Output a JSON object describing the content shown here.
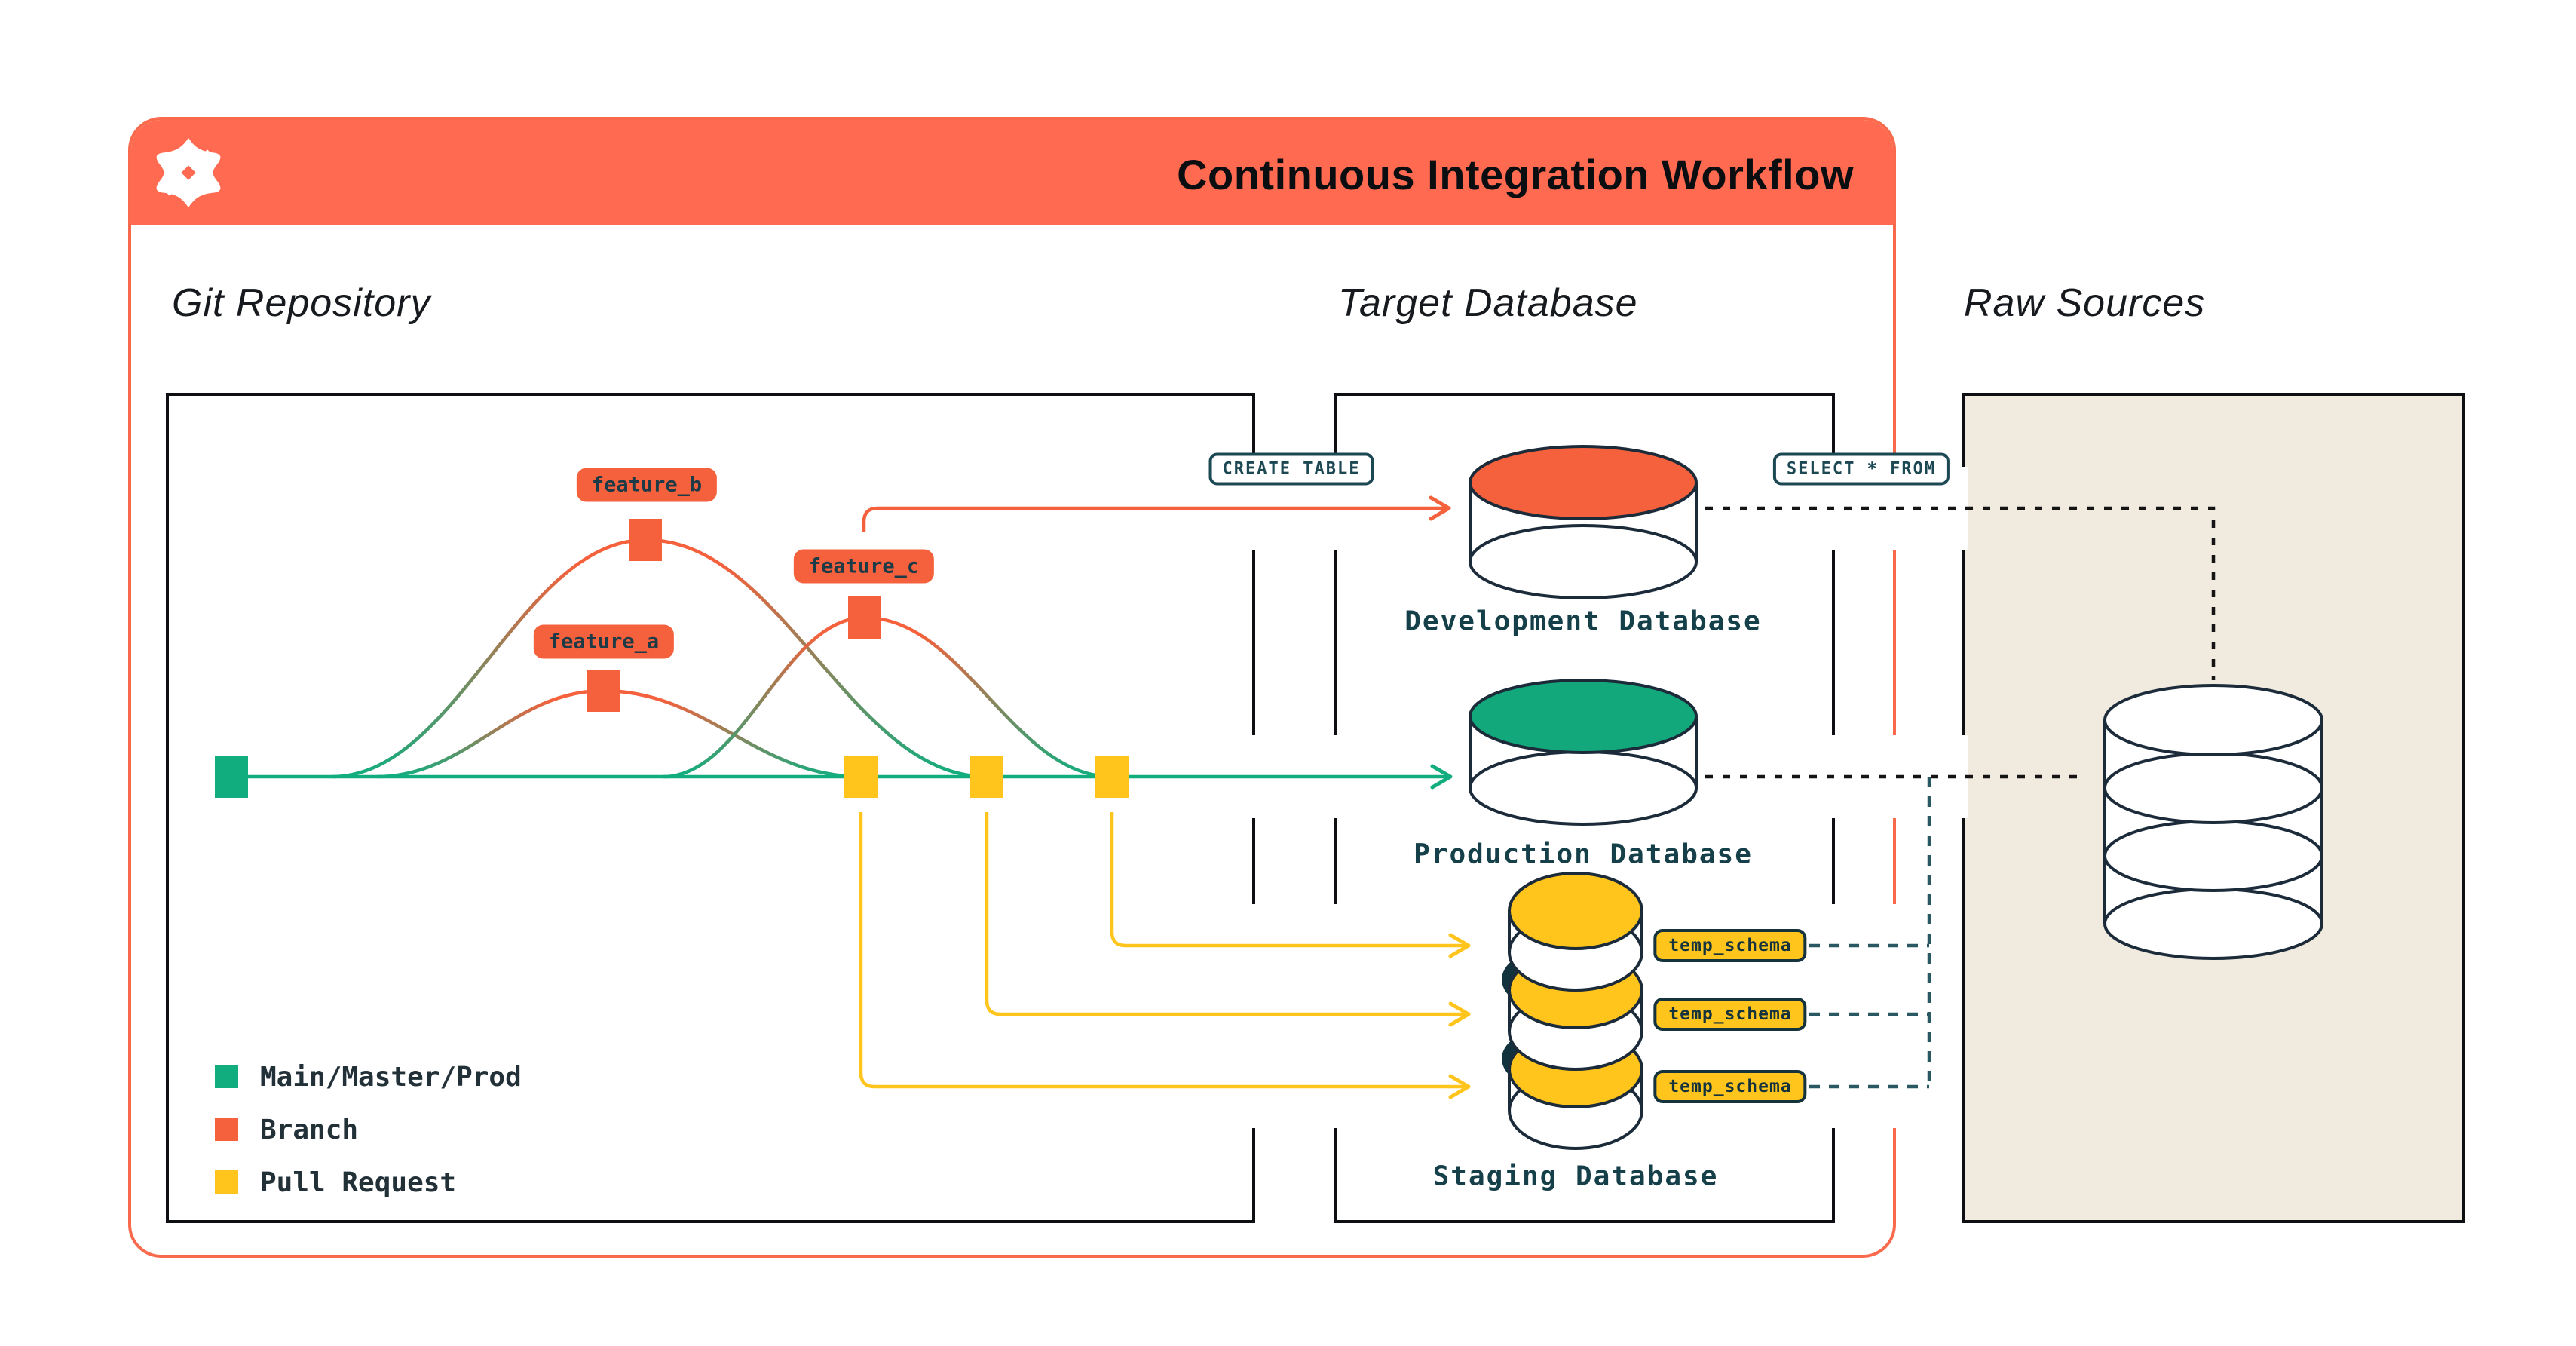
{
  "header": {
    "title": "Continuous Integration Workflow",
    "logo": "dbt-logo"
  },
  "sections": {
    "git": {
      "title": "Git Repository"
    },
    "target": {
      "title": "Target Database"
    },
    "raw": {
      "title": "Raw Sources"
    }
  },
  "git_graph": {
    "branches": [
      {
        "label": "feature_a"
      },
      {
        "label": "feature_b"
      },
      {
        "label": "feature_c"
      }
    ],
    "legend": [
      {
        "label": "Main/Master/Prod",
        "color": "#12AD7E"
      },
      {
        "label": "Branch",
        "color": "#F4613C"
      },
      {
        "label": "Pull Request",
        "color": "#FFC51D"
      }
    ]
  },
  "badges": {
    "create_table": "CREATE TABLE",
    "select_from": "SELECT * FROM",
    "temp_schema": "temp_schema"
  },
  "databases": {
    "development": {
      "label": "Development Database",
      "top_color": "#F4613C"
    },
    "production": {
      "label": "Production Database",
      "top_color": "#12A87B"
    },
    "staging": {
      "label": "Staging Database",
      "top_color": "#FFC51D"
    }
  },
  "colors": {
    "header_bg": "#FF6A50",
    "card_border": "#F9694C",
    "box_border": "#0D0F12",
    "main_green": "#12AD7E",
    "branch_orange": "#F4613C",
    "pull_request_yellow": "#FFC51D",
    "mono_navy": "#164049",
    "sql_badge_teal": "#1C4853",
    "raw_box_bg": "#F1EADE",
    "cylinder_outline": "#1C2B3A",
    "dotted_line": "#141414",
    "dashed_teal": "#2A5862"
  }
}
